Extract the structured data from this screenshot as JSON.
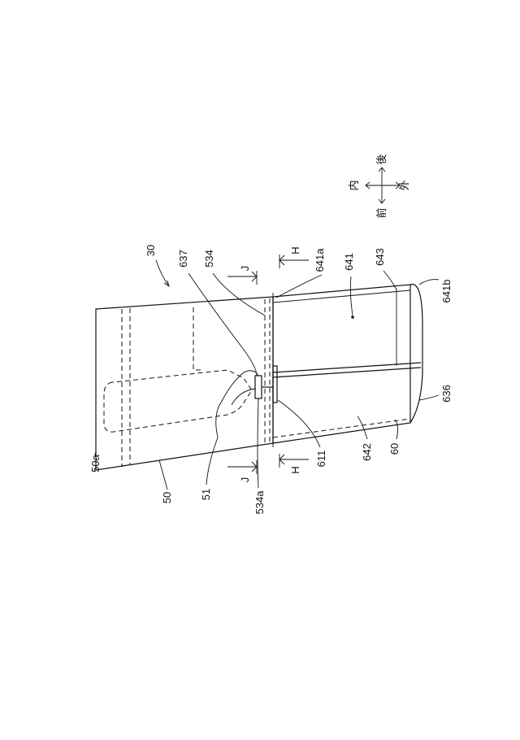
{
  "figure": {
    "labels": {
      "l30": "30",
      "l637": "637",
      "l534": "534",
      "l641a": "641a",
      "l641": "641",
      "l643": "643",
      "l641b": "641b",
      "l636": "636",
      "l60": "60",
      "l642": "642",
      "l611": "611",
      "l534a": "534a",
      "l51": "51",
      "l50": "50",
      "l50a": "50a",
      "lJ_top": "J",
      "lJ_bottom": "J",
      "lH_top": "H",
      "lH_bottom": "H"
    },
    "compass": {
      "front": "前",
      "rear": "後",
      "inner": "内",
      "outer": "外"
    }
  }
}
